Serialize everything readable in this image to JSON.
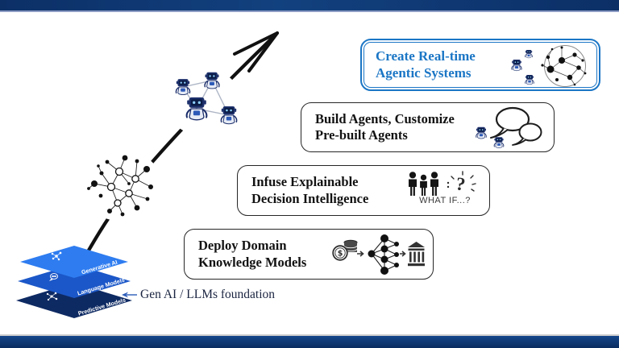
{
  "slide": {
    "type": "presentation-slide"
  },
  "colors": {
    "band_navy": "#0d336b",
    "highlight_blue": "#1b76c5",
    "stack_top_blue": "#2e7cf0",
    "stack_mid_blue": "#1b57c8",
    "stack_bottom_navy": "#0e2a63",
    "box_border_dark": "#262626"
  },
  "steps": [
    {
      "lines": [
        "Create Real-time",
        "Agentic Systems"
      ],
      "highlighted": true,
      "icons": [
        "agent-robots-icon",
        "network-sphere-icon"
      ]
    },
    {
      "lines": [
        "Build Agents, Customize",
        "Pre-built Agents"
      ],
      "highlighted": false,
      "icons": [
        "speech-bubbles-icon",
        "agent-robots-icon"
      ]
    },
    {
      "lines": [
        "Infuse Explainable",
        "Decision Intelligence"
      ],
      "highlighted": false,
      "caption": "WHAT IF...?",
      "icons": [
        "people-icon",
        "question-sparks-icon"
      ]
    },
    {
      "lines": [
        "Deploy Domain",
        "Knowledge Models"
      ],
      "highlighted": false,
      "icons": [
        "coins-icon",
        "neural-network-icon",
        "bank-icon"
      ]
    }
  ],
  "foundation": {
    "caption": "Gen AI / LLMs foundation",
    "layers": [
      {
        "label": "Generative AI",
        "color": "#2e7cf0"
      },
      {
        "label": "Language Models",
        "color": "#1b57c8"
      },
      {
        "label": "Predictive Models",
        "color": "#0e2a63"
      }
    ]
  }
}
